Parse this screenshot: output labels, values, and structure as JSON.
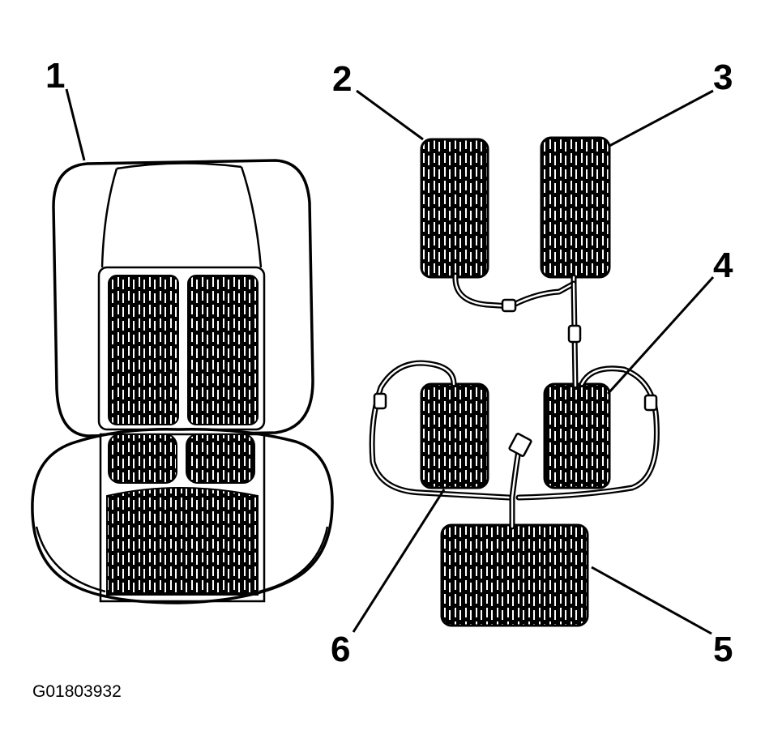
{
  "figure_id": "G01803932",
  "callouts": [
    "1",
    "2",
    "3",
    "4",
    "5",
    "6"
  ],
  "colors": {
    "ink": "#000000",
    "paper": "#ffffff"
  }
}
